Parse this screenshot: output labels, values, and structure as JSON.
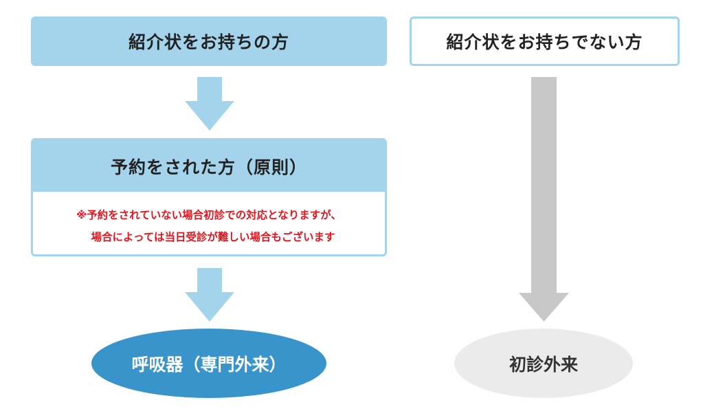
{
  "referral": {
    "title": "紹介状をお持ちの方"
  },
  "no_referral": {
    "title": "紹介状をお持ちでない方"
  },
  "reservation": {
    "title": "予約をされた方（原則）",
    "note_line_1": "※予約をされていない場合初診での対応となりますが、",
    "note_line_2": "場合によっては当日受診が難しい場合もございます"
  },
  "outcomes": {
    "specialist": "呼吸器（専門外来）",
    "initial": "初診外来"
  },
  "colors": {
    "box_fill": "#a3d4ec",
    "arrow_blue": "#a3d4ec",
    "arrow_gray": "#c8c8c8",
    "specialist_fill": "#3a94cc",
    "initial_fill": "#ebebeb",
    "note_text": "#e0161e"
  }
}
